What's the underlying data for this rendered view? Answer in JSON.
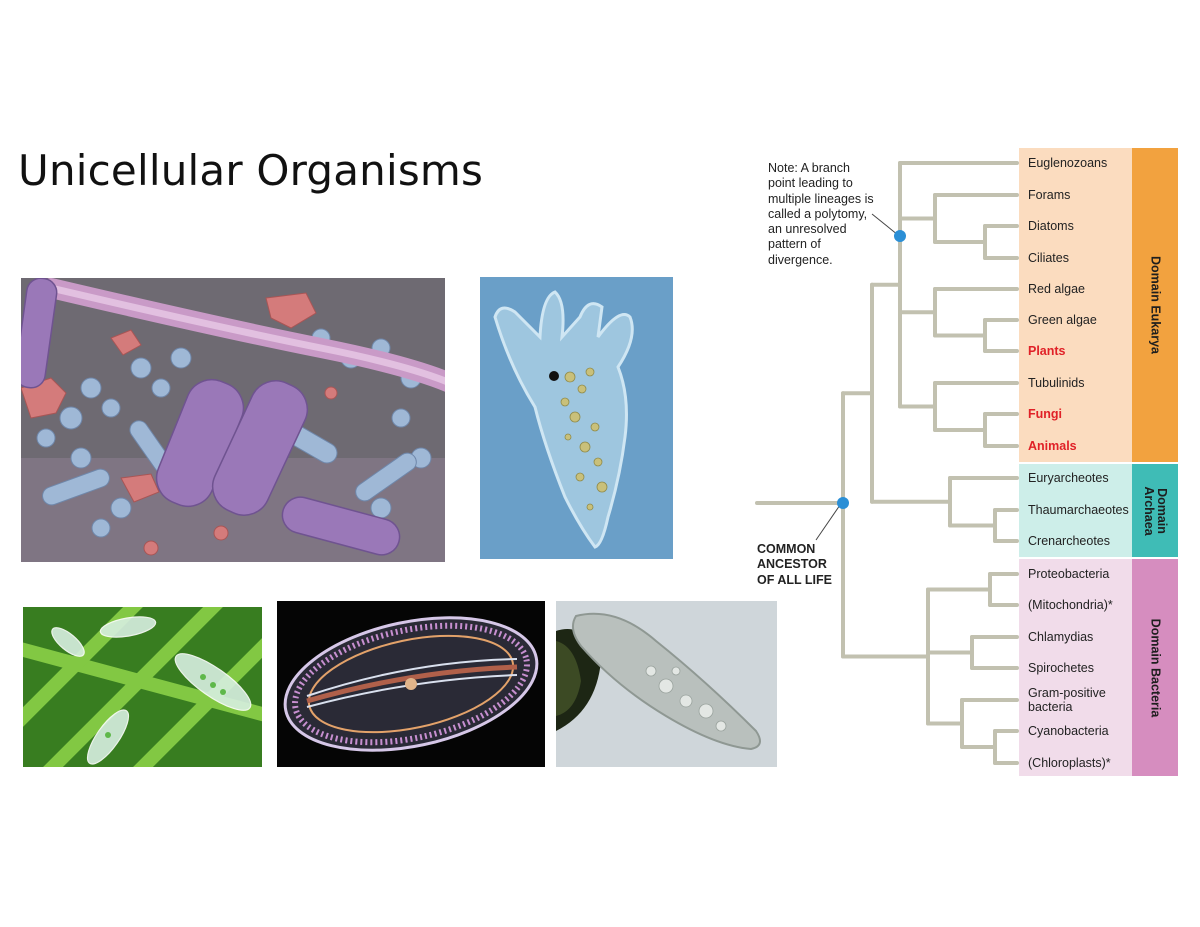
{
  "slide": {
    "title": "Unicellular Organisms"
  },
  "colors": {
    "branch": "#c2c1b0",
    "node": "#2b8fd6",
    "eukarya_band": "#fbdcbf",
    "eukarya_tab": "#f2a23f",
    "archaea_band": "#cdeee9",
    "archaea_tab": "#3fbcb6",
    "bacteria_band": "#f1dcea",
    "bacteria_tab": "#d68dbf",
    "highlight": "#e02127"
  },
  "photos": [
    {
      "name": "bacteria-sem-photo",
      "icon": "bacteria-micrograph"
    },
    {
      "name": "amoeba-photo",
      "icon": "amoeba-micrograph"
    },
    {
      "name": "euglena-photo",
      "icon": "euglena-illustration"
    },
    {
      "name": "diatom-photo",
      "icon": "diatom-micrograph"
    },
    {
      "name": "paramecium-photo",
      "icon": "paramecium-micrograph"
    }
  ],
  "tree": {
    "note": "Note: A branch\npoint leading to\nmultiple lineages is\ncalled a polytomy,\nan unresolved\npattern of\ndivergence.",
    "root_label": "COMMON\nANCESTOR\nOF ALL LIFE",
    "domains": [
      {
        "key": "eukarya",
        "label": "Domain Eukarya"
      },
      {
        "key": "archaea",
        "label": "Domain\nArchaea"
      },
      {
        "key": "bacteria",
        "label": "Domain Bacteria"
      }
    ],
    "taxa": [
      {
        "name": "Euglenozoans",
        "highlight": false
      },
      {
        "name": "Forams",
        "highlight": false
      },
      {
        "name": "Diatoms",
        "highlight": false
      },
      {
        "name": "Ciliates",
        "highlight": false
      },
      {
        "name": "Red algae",
        "highlight": false
      },
      {
        "name": "Green algae",
        "highlight": false
      },
      {
        "name": "Plants",
        "highlight": true
      },
      {
        "name": "Tubulinids",
        "highlight": false
      },
      {
        "name": "Fungi",
        "highlight": true
      },
      {
        "name": "Animals",
        "highlight": true
      },
      {
        "name": "Euryarcheotes",
        "highlight": false
      },
      {
        "name": "Thaumarchaeotes",
        "highlight": false
      },
      {
        "name": "Crenarcheotes",
        "highlight": false
      },
      {
        "name": "Proteobacteria",
        "highlight": false
      },
      {
        "name": "(Mitochondria)*",
        "highlight": false
      },
      {
        "name": "Chlamydias",
        "highlight": false
      },
      {
        "name": "Spirochetes",
        "highlight": false
      },
      {
        "name": "Gram-positive\nbacteria",
        "highlight": false
      },
      {
        "name": "Cyanobacteria",
        "highlight": false
      },
      {
        "name": "(Chloroplasts)*",
        "highlight": false
      }
    ]
  }
}
